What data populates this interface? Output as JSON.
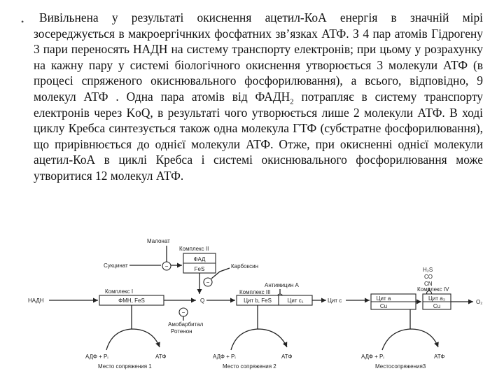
{
  "text": {
    "bullet": "•",
    "p1": "Вивільнена у результаті окиснення ацетил-КоА енергія в значній мірі зосереджується в макроергічнких фосфатних зв’язках АТФ. З 4 пар атомів Гідрогену 3 пари переносять НАДН на систему транспорту електронів; при цьому у розрахунку на кажну пару у системі біологічного окиснення утворюється 3 молекули АТФ (в процесі спряженого окиснювального фосфорилювання), а всього, відповідно, 9 молекул АТФ . Одна пара атомів від ФАДН",
    "sub": "2",
    "p2": " потрапляє в систему транспорту електронів через KoQ, в результаті чого утворюється лише 2 молекули АТФ. В ході циклу Кребса синтезується також одна молекула ГТФ (субстратне фосфорилювання), що прирівнюється до однієї молекули АТФ. Отже, при окисненні однієї молекули ацетил-КоА в циклі Кребса і системі окиснювального фосфорилювання може утворитися 12 молекул АТФ."
  },
  "diagram": {
    "malonate": "Малонат",
    "complex2": "Комплекс II",
    "fad": "ФАД",
    "fes_c2": "FeS",
    "succinate": "Сукцинат",
    "carboxin": "Карбоксин",
    "antimycin": "Антимицин А",
    "inhibitors": [
      "H₂S",
      "CO",
      "CN"
    ],
    "complex1": "Комплекс I",
    "fmn_fes": "ФМН, FeS",
    "nadh": "НАДН",
    "q": "Q",
    "complex3": "Комплекс III",
    "cyt_b": "Цит b, FeS",
    "cyt_c1": "Цит c₁",
    "cyt_c": "Цит с",
    "complex4": "Комплекс IV",
    "cyt_a": "Цит a",
    "cyt_a3": "Цит a₃",
    "cu1": "Cu",
    "cu2": "Cu",
    "o2": "O₂",
    "amobarbital": "Амобарбитал",
    "rotenone": "Ротенон",
    "minus": "−",
    "adp1": "АДФ + Pᵢ",
    "atp1": "АТФ",
    "site1": "Место сопряжения 1",
    "adp2": "АДФ + Pᵢ",
    "atp2": "АТФ",
    "site2": "Место сопряжения 2",
    "adp3": "АДФ + Pᵢ",
    "atp3": "АТФ",
    "site3": "Местосопряжения3"
  }
}
